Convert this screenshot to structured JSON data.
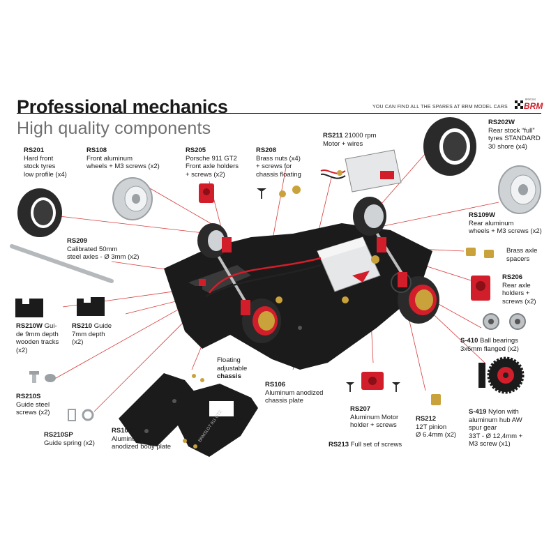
{
  "header": {
    "title": "Professional mechanics",
    "subtitle": "High quality components",
    "spares_note": "YOU CAN FIND ALL THE SPARES AT BRM MODEL CARS",
    "logo_text": "BRM",
    "logo_small": "BRM Slot"
  },
  "parts": {
    "rs201": {
      "code": "RS201",
      "lines": [
        "Hard front",
        "stock tyres",
        "low profile (x4)"
      ]
    },
    "rs108": {
      "code": "RS108",
      "lines": [
        "Front aluminum",
        "wheels + M3 screws (x2)"
      ]
    },
    "rs205": {
      "code": "RS205",
      "lines": [
        "Porsche 911 GT2",
        "Front axle holders",
        "+ screws (x2)"
      ]
    },
    "rs208": {
      "code": "RS208",
      "lines": [
        "Brass nuts (x4)",
        "+ screws for",
        "chassis floating"
      ]
    },
    "rs211": {
      "code": "RS211",
      "lines": [
        "21000 rpm",
        "Motor + wires"
      ]
    },
    "rs202w": {
      "code": "RS202W",
      "lines": [
        "Rear stock “full”",
        "tyres STANDARD",
        "30 shore (x4)"
      ]
    },
    "rs109w": {
      "code": "RS109W",
      "lines": [
        "Rear aluminum",
        "wheels + M3 screws (x2)"
      ]
    },
    "spacers": {
      "lines": [
        "Brass axle",
        "spacers"
      ]
    },
    "rs206": {
      "code": "RS206",
      "lines": [
        "Rear axle",
        "holders +",
        "screws (x2)"
      ]
    },
    "s410": {
      "code": "S-410",
      "lines": [
        "Ball bearings",
        "3x6mm flanged (x2)"
      ]
    },
    "rs209": {
      "code": "RS209",
      "lines": [
        "Calibrated 50mm",
        "steel axles - Ø 3mm (x2)"
      ]
    },
    "rs210w": {
      "code": "RS210W",
      "lines": [
        "Gui-",
        "de 9mm depth",
        "wooden tracks",
        "(x2)"
      ]
    },
    "rs210": {
      "code": "RS210",
      "lines": [
        "Guide",
        "7mm depth",
        "(x2)"
      ]
    },
    "floating": {
      "lines": [
        "Floating",
        "adjustable",
        "chassis"
      ]
    },
    "rs106": {
      "code": "RS106",
      "lines": [
        "Aluminum anodized",
        "chassis plate"
      ]
    },
    "rs210s": {
      "code": "RS210S",
      "lines": [
        "Guide steel",
        "screws (x2)"
      ]
    },
    "rs210sp": {
      "code": "RS210SP",
      "lines": [
        "Guide spring (x2)"
      ]
    },
    "rs105": {
      "code": "RS105",
      "lines": [
        "Aluminum",
        "anodized body plate"
      ]
    },
    "rs207": {
      "code": "RS207",
      "lines": [
        "Aluminum Motor",
        "holder + screws"
      ]
    },
    "rs212": {
      "code": "RS212",
      "lines": [
        "12T pinion",
        "Ø 6.4mm (x2)"
      ]
    },
    "rs213": {
      "code": "RS213",
      "lines": [
        "Full set of screws"
      ]
    },
    "s419": {
      "code": "S-419",
      "lines": [
        "Nylon with",
        "aluminum hub AW",
        "spur gear",
        "33T  - Ø 12,4mm +",
        "M3 screw (x1)"
      ]
    }
  },
  "plate_marking": "BRMSLOT 911 GT2",
  "colors": {
    "accent_red": "#d21e2a",
    "chassis_black": "#1b1b1b",
    "brass": "#c9a23b",
    "tyre": "#2a2a2a",
    "alu": "#cfd3d6",
    "leader": "#d73a3a"
  }
}
